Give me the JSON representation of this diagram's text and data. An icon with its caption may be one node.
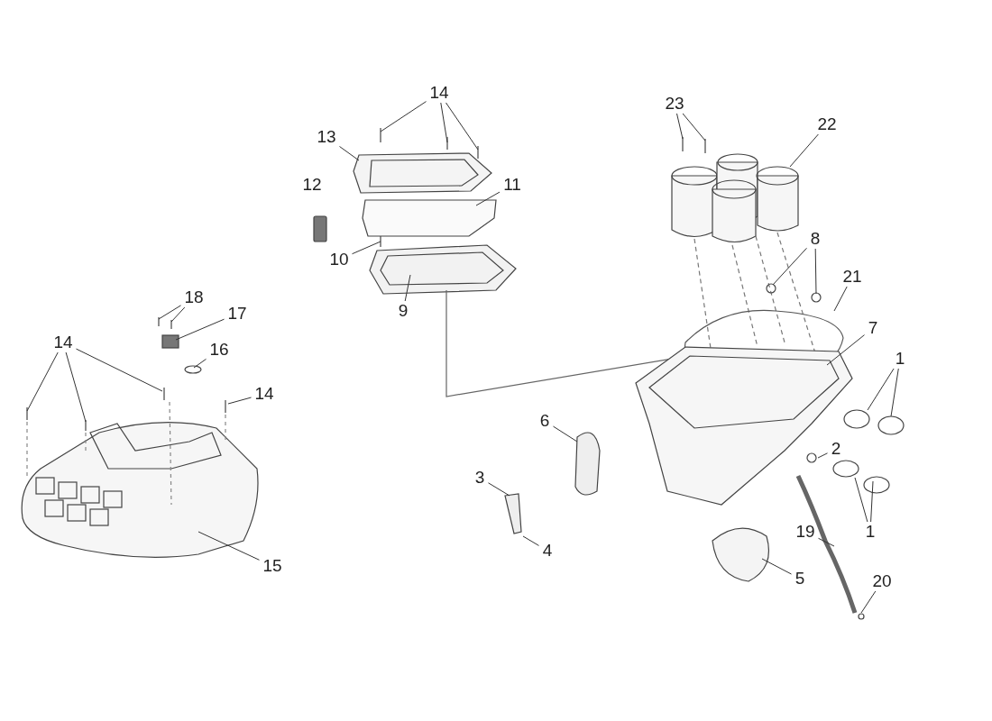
{
  "diagram": {
    "nodes": [
      {
        "text": [
          "14"
        ]
      },
      {
        "text": [
          "23"
        ]
      },
      {
        "text": [
          "22"
        ]
      },
      {
        "text": [
          "13"
        ]
      },
      {
        "text": [
          "11"
        ]
      },
      {
        "text": [
          "8"
        ]
      },
      {
        "text": [
          "10"
        ]
      },
      {
        "text": [
          "21"
        ]
      },
      {
        "text": [
          "18"
        ]
      },
      {
        "text": [
          "9"
        ]
      },
      {
        "text": [
          "17"
        ]
      },
      {
        "text": [
          "7"
        ]
      },
      {
        "text": [
          "14"
        ]
      },
      {
        "text": [
          "16"
        ]
      },
      {
        "text": [
          "1"
        ]
      },
      {
        "text": [
          "14"
        ]
      },
      {
        "text": [
          "6"
        ]
      },
      {
        "text": [
          "2"
        ]
      },
      {
        "text": [
          "3"
        ]
      },
      {
        "text": [
          "1"
        ]
      },
      {
        "text": [
          "19"
        ]
      },
      {
        "text": [
          "4"
        ]
      },
      {
        "text": [
          "15"
        ]
      },
      {
        "text": [
          "5"
        ]
      },
      {
        "text": [
          "20"
        ]
      }
    ],
    "edges": [
      {
        "from": 0,
        "to": null,
        "arrow": "none"
      },
      {
        "from": 0,
        "to": null,
        "arrow": "none"
      },
      {
        "from": 0,
        "to": null,
        "arrow": "none"
      },
      {
        "from": 1,
        "to": null,
        "arrow": "none"
      },
      {
        "from": 1,
        "to": null,
        "arrow": "none"
      },
      {
        "from": 2,
        "to": null,
        "arrow": "none"
      },
      {
        "from": 3,
        "to": null,
        "arrow": "none"
      },
      {
        "from": 4,
        "to": null,
        "arrow": "none"
      },
      {
        "from": 5,
        "to": null,
        "arrow": "none"
      },
      {
        "from": 5,
        "to": null,
        "arrow": "none"
      },
      {
        "from": 6,
        "to": null,
        "arrow": "none"
      },
      {
        "from": 7,
        "to": null,
        "arrow": "none"
      },
      {
        "from": 8,
        "to": null,
        "arrow": "none"
      },
      {
        "from": 8,
        "to": null,
        "arrow": "none"
      },
      {
        "from": 9,
        "to": null,
        "arrow": "none"
      },
      {
        "from": 10,
        "to": null,
        "arrow": "none"
      },
      {
        "from": 11,
        "to": null,
        "arrow": "none"
      },
      {
        "from": 12,
        "to": null,
        "arrow": "none"
      },
      {
        "from": 12,
        "to": null,
        "arrow": "none"
      },
      {
        "from": 12,
        "to": null,
        "arrow": "none"
      },
      {
        "from": 13,
        "to": null,
        "arrow": "none"
      },
      {
        "from": 14,
        "to": null,
        "arrow": "none"
      },
      {
        "from": 14,
        "to": null,
        "arrow": "none"
      },
      {
        "from": 15,
        "to": null,
        "arrow": "none"
      },
      {
        "from": 16,
        "to": null,
        "arrow": "none"
      },
      {
        "from": 17,
        "to": null,
        "arrow": "none"
      },
      {
        "from": 18,
        "to": null,
        "arrow": "none"
      },
      {
        "from": 19,
        "to": null,
        "arrow": "none"
      },
      {
        "from": 19,
        "to": null,
        "arrow": "none"
      },
      {
        "from": 20,
        "to": null,
        "arrow": "none"
      },
      {
        "from": 21,
        "to": null,
        "arrow": "none"
      },
      {
        "from": 22,
        "to": null,
        "arrow": "none"
      },
      {
        "from": 23,
        "to": null,
        "arrow": "none"
      },
      {
        "from": 24,
        "to": null,
        "arrow": "none"
      }
    ],
    "labels": [
      "12"
    ]
  }
}
